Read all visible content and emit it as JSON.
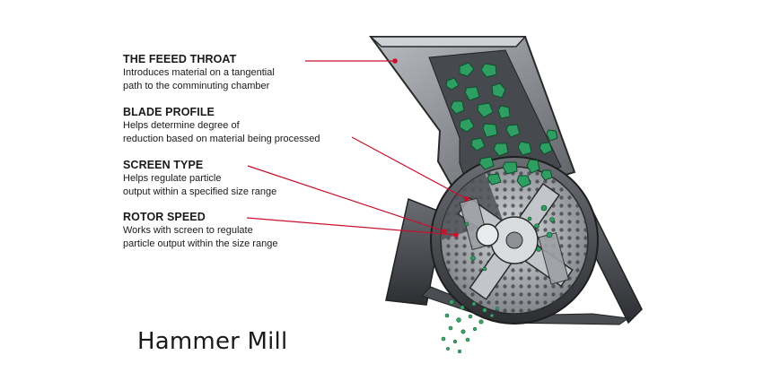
{
  "callouts": [
    {
      "title": "THE FEEED THROAT",
      "lines": [
        "Introduces material on a tangential",
        "path to the comminuting chamber"
      ]
    },
    {
      "title": "BLADE PROFILE",
      "lines": [
        "Helps determine degree of",
        "reduction based on material being processed"
      ]
    },
    {
      "title": "SCREEN TYPE",
      "lines": [
        "Helps regulate particle",
        "output within a specified size range"
      ]
    },
    {
      "title": "ROTOR SPEED",
      "lines": [
        "Works with screen to regulate",
        "particle output within the size range"
      ]
    }
  ],
  "caption": "Hammer Mill",
  "colors": {
    "leader_line": "#c8102e",
    "particles": "#2e9e62",
    "metal": "#8c8f94",
    "dark_metal": "#3b3e43"
  }
}
